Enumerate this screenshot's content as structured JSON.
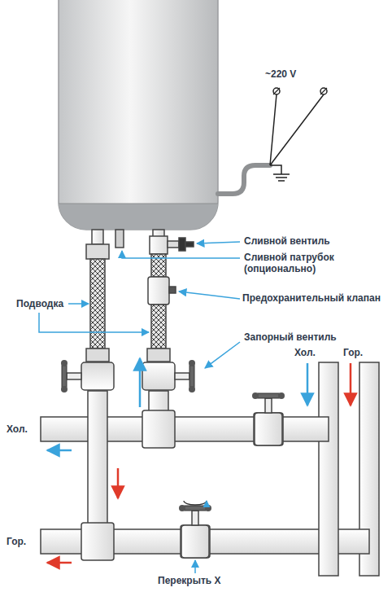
{
  "diagram": {
    "labels": [
      "~220 V",
      "Сливной вентиль",
      "Сливной патрубок (опционально)",
      "Предохранительный клапан",
      "Подводка",
      "Запорный вентиль",
      "Хол.",
      "Хол.",
      "Гор.",
      "Гор.",
      "Перекрыть Х"
    ]
  }
}
